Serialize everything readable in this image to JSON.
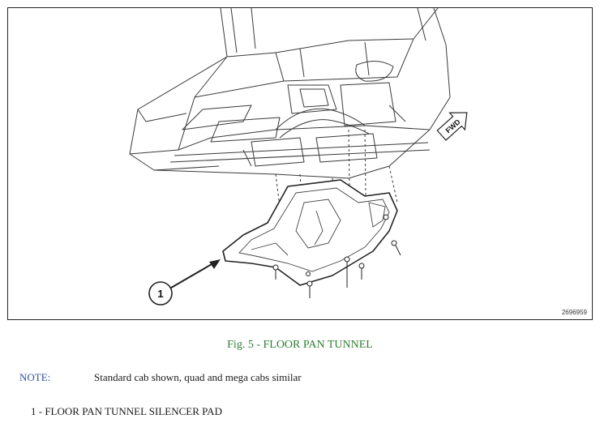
{
  "figure": {
    "id": "2696959",
    "fwd_label": "FWD",
    "callout_number": "1"
  },
  "caption": "Fig. 5 - FLOOR PAN TUNNEL",
  "note": {
    "label": "NOTE:",
    "text": "Standard cab shown, quad and mega cabs similar"
  },
  "legend": [
    {
      "text": "1 - FLOOR PAN TUNNEL SILENCER PAD"
    }
  ],
  "colors": {
    "caption": "#2e7d32",
    "note_label": "#2f4fa0",
    "line_art": "#3a3a3a"
  }
}
